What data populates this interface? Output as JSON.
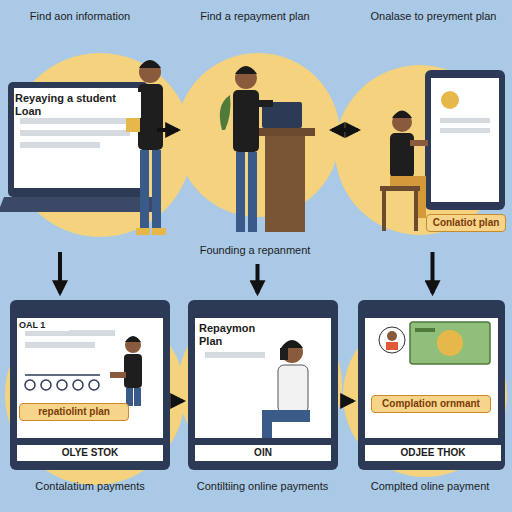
{
  "diagram": {
    "nodes": [
      {
        "text": [
          "Find aon information",
          "Reyaying a student Loan"
        ]
      },
      {
        "text": [
          "Find a repayment plan",
          "Founding a repanment"
        ]
      },
      {
        "text": [
          "Onalase to preyment plan",
          "Conlatiot plan"
        ]
      },
      {
        "text": [
          "OAL 1",
          "repatiolint plan",
          "OLYE STOK",
          "Contalatium payments"
        ]
      },
      {
        "text": [
          "Repaymon Plan",
          "OIN",
          "Contiltiing online payments"
        ]
      },
      {
        "text": [
          "Complation ornmant",
          "ODJEE THOK",
          "Complted oline payment"
        ]
      }
    ],
    "edges": [
      {
        "from": 0,
        "to": 1,
        "arrow": "to"
      },
      {
        "from": 1,
        "to": 2,
        "arrow": "both"
      },
      {
        "from": 0,
        "to": 3,
        "arrow": "to"
      },
      {
        "from": 1,
        "to": 4,
        "arrow": "to"
      },
      {
        "from": 2,
        "to": 5,
        "arrow": "to"
      },
      {
        "from": 3,
        "to": 4,
        "arrow": "to"
      },
      {
        "from": 4,
        "to": 5,
        "arrow": "to"
      }
    ]
  }
}
